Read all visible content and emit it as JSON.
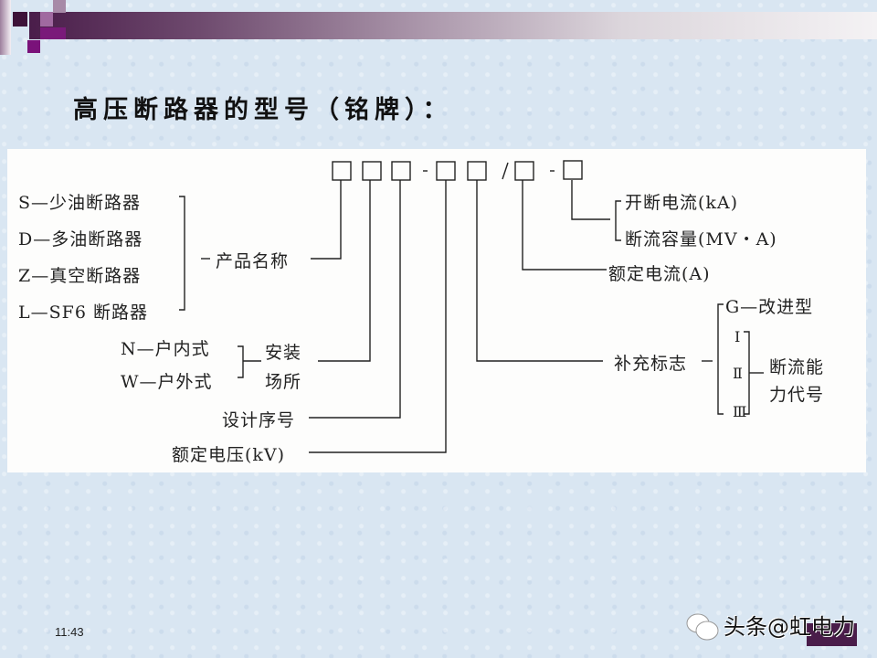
{
  "slide": {
    "title": "高压断路器的型号（铭牌）：",
    "time": "11:43",
    "watermark": "头条@虹电力",
    "colors": {
      "background": "#d9e6f2",
      "accent": "#4a1d4a",
      "panel": "#fdfdfc"
    }
  },
  "diagram": {
    "code_pattern": [
      "□",
      "□",
      "□",
      "-",
      "□",
      "□",
      "/",
      "□",
      "-",
      "□"
    ],
    "product_name": {
      "label": "产品名称",
      "options": [
        "S—少油断路器",
        "D—多油断路器",
        "Z—真空断路器",
        "L—SF6 断路器"
      ]
    },
    "install_location": {
      "label_line1": "安装",
      "label_line2": "场所",
      "options": [
        "N—户内式",
        "W—户外式"
      ]
    },
    "design_number": "设计序号",
    "rated_voltage": "额定电压(kV)",
    "supplementary": {
      "label": "补充标志",
      "improved": "G—改进型",
      "levels": [
        "Ⅰ",
        "Ⅱ",
        "Ⅲ"
      ],
      "capacity_label_line1": "断流能",
      "capacity_label_line2": "力代号"
    },
    "rated_current": "额定电流(A)",
    "breaking": [
      "开断电流(kA)",
      "断流容量(MV・A)"
    ]
  }
}
